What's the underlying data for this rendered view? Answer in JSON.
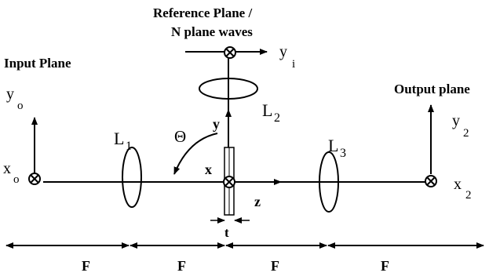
{
  "diagram": {
    "labels": {
      "reference_plane_1": "Reference Plane /",
      "reference_plane_2": "N plane waves",
      "input_plane": "Input Plane",
      "output_plane": "Output plane",
      "yi_base": "y",
      "yi_sub": "i",
      "yo_base": "y",
      "yo_sub": "o",
      "xo_base": "x",
      "xo_sub": "o",
      "y2_base": "y",
      "y2_sub": "2",
      "x2_base": "x",
      "x2_sub": "2",
      "l1_base": "L",
      "l1_sub": "1",
      "l2_base": "L",
      "l2_sub": "2",
      "l3_base": "L",
      "l3_sub": "3",
      "y_center": "y",
      "x_center": "x",
      "z_axis": "z",
      "theta": "Θ",
      "thickness": "t",
      "focal_1": "F",
      "focal_2": "F",
      "focal_3": "F",
      "focal_4": "F"
    }
  }
}
